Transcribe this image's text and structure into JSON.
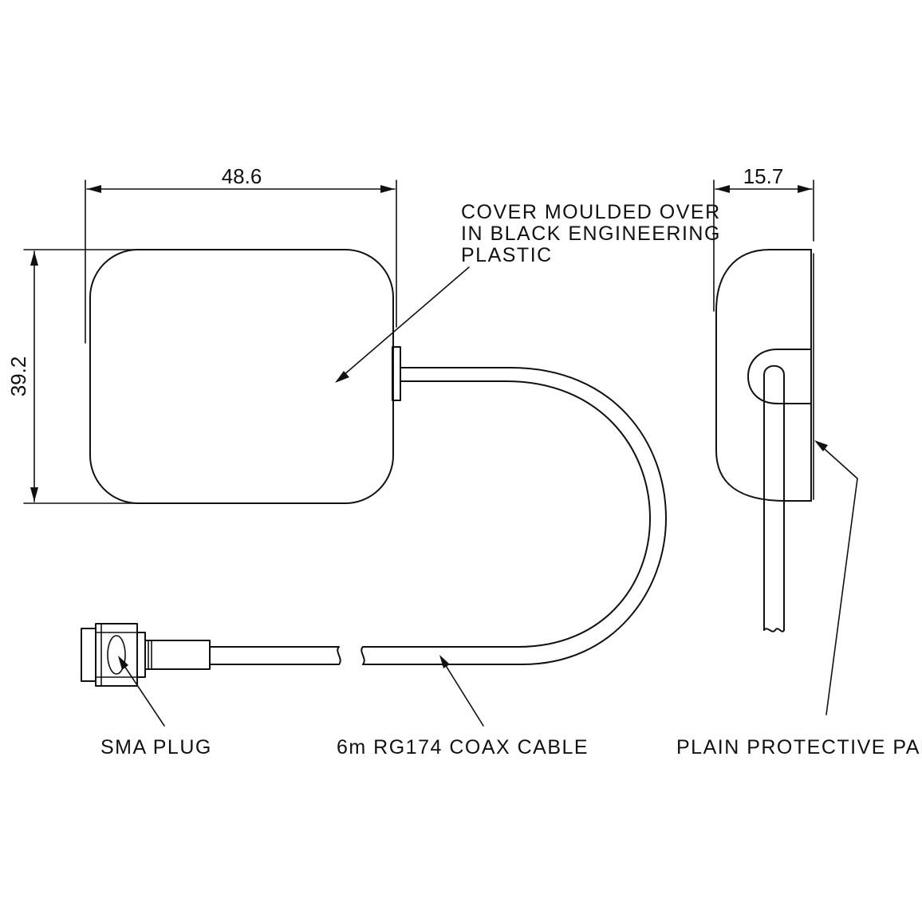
{
  "dimensions": {
    "width": "48.6",
    "height": "39.2",
    "depth": "15.7"
  },
  "labels": {
    "cover_line1": "COVER MOULDED OVER",
    "cover_line2": "IN BLACK ENGINEERING",
    "cover_line3": "PLASTIC",
    "sma_plug": "SMA PLUG",
    "coax_cable": "6m RG174 COAX CABLE",
    "protective_pad": "PLAIN PROTECTIVE PAD"
  },
  "colors": {
    "ink": "#111111",
    "paper": "#ffffff"
  }
}
